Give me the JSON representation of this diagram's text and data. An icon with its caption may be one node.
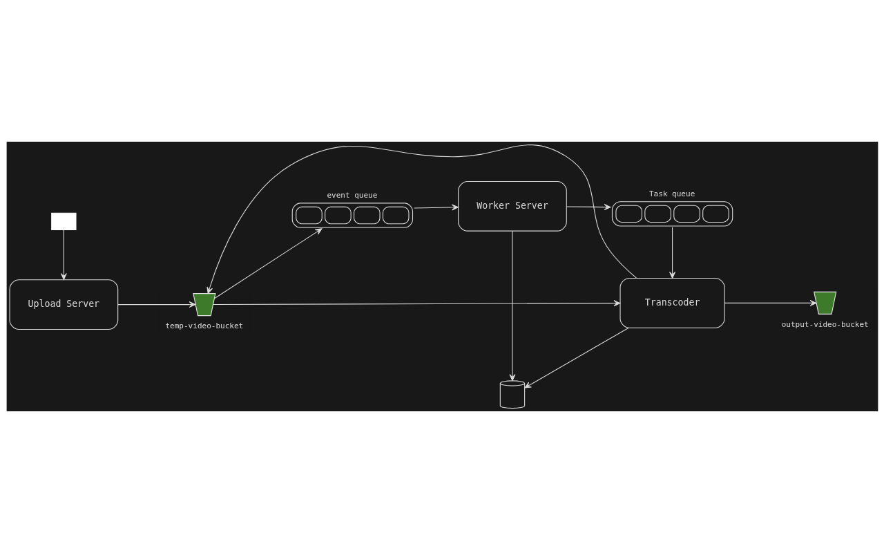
{
  "diagram": {
    "nodes": [
      {
        "text": [
          "Transcoder"
        ]
      },
      {
        "text": [],
        "shape": "bucket",
        "beside": [
          "output-video-bucket"
        ]
      },
      {
        "text": [],
        "shape": "box"
      },
      {
        "text": [],
        "shape": "bucket",
        "beside": [
          "temp-video-bucket"
        ]
      },
      {
        "text": [
          "event queue"
        ]
      },
      {
        "text": [],
        "shape": "cylinder"
      },
      {
        "text": [
          "Upload Server"
        ]
      },
      {
        "text": [
          "Worker Server"
        ]
      },
      {
        "text": [
          "Task queue"
        ]
      }
    ],
    "edges": [
      {
        "from": 2,
        "to": 6,
        "arrow": "to"
      },
      {
        "from": 6,
        "to": 3,
        "arrow": "to"
      },
      {
        "from": 3,
        "to": 4,
        "arrow": "to"
      },
      {
        "from": 4,
        "to": 7,
        "arrow": "to"
      },
      {
        "from": 7,
        "to": 5,
        "arrow": "to"
      },
      {
        "from": 7,
        "to": 8,
        "arrow": "to"
      },
      {
        "from": 8,
        "to": 0,
        "arrow": "to"
      },
      {
        "from": 0,
        "to": 5,
        "arrow": "to"
      },
      {
        "from": 0,
        "to": 1,
        "arrow": "to"
      },
      {
        "from": 3,
        "to": 0,
        "arrow": "to"
      },
      {
        "from": 0,
        "to": 3,
        "arrow": "to"
      }
    ]
  }
}
